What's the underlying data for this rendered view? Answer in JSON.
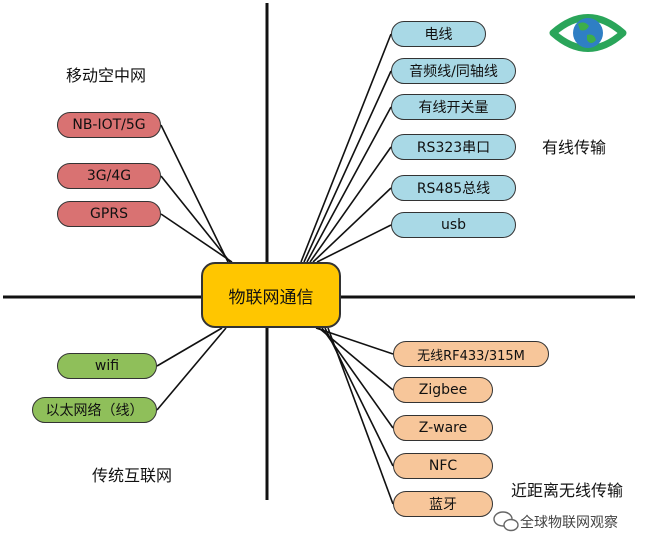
{
  "center": "物联网通信",
  "quadrants": {
    "top_left": "移动空中网",
    "top_right": "有线传输",
    "bottom_left": "传统互联网",
    "bottom_right": "近距离无线传输"
  },
  "wired": [
    "电线",
    "音频线/同轴线",
    "有线开关量",
    "RS323串口",
    "RS485总线",
    "usb"
  ],
  "mobile": [
    "NB-IOT/5G",
    "3G/4G",
    "GPRS"
  ],
  "internet": [
    "wifi",
    "以太网络（线）"
  ],
  "wireless": [
    "无线RF433/315M",
    "Zigbee",
    "Z-ware",
    "NFC",
    "蓝牙"
  ],
  "watermark": "全球物联网观察",
  "colors": {
    "wired": "#a9d9e6",
    "mobile": "#d97272",
    "internet": "#8fbf5a",
    "wireless": "#f7c69a",
    "center": "#ffc600",
    "logo": "#2aa55a"
  },
  "icons": {
    "logo": "eye-globe-logo",
    "watermark": "wechat-icon"
  }
}
